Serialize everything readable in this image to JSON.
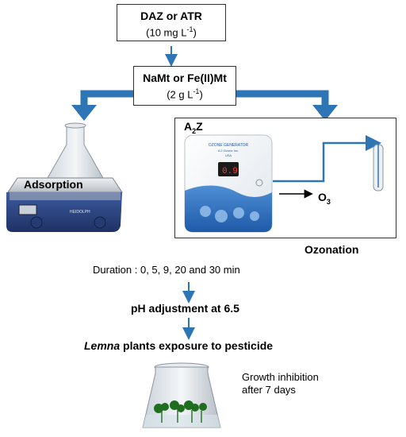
{
  "top_box": {
    "line1": "DAZ or ATR",
    "line2_prefix": "(10 mg L",
    "line2_sup": "-1",
    "line2_suffix": ")"
  },
  "second_box": {
    "line1": "NaMt or Fe(II)Mt",
    "line2_prefix": "(2 g L",
    "line2_sup": "-1",
    "line2_suffix": ")"
  },
  "adsorption": {
    "label": "Adsorption"
  },
  "ozonation": {
    "generator_label_main": "A",
    "generator_label_sub": "2",
    "generator_label_end": "Z",
    "device_title": "OZONE GENERATOR",
    "device_brand": "A 2 Ozone Inc.",
    "device_country": "USA",
    "display_value": "0.9",
    "o3_main": "O",
    "o3_sub": "3",
    "caption": "Ozonation"
  },
  "duration": {
    "text": "Duration : 0, 5, 9, 20 and 30 min"
  },
  "ph_step": {
    "text": "pH adjustment at 6.5"
  },
  "lemna_step": {
    "italic": "Lemna",
    "rest": " plants exposure to pesticide"
  },
  "growth": {
    "line1": "Growth inhibition",
    "line2": "after 7 days"
  },
  "colors": {
    "arrow_blue": "#2e75b6",
    "box_border": "#333333"
  }
}
